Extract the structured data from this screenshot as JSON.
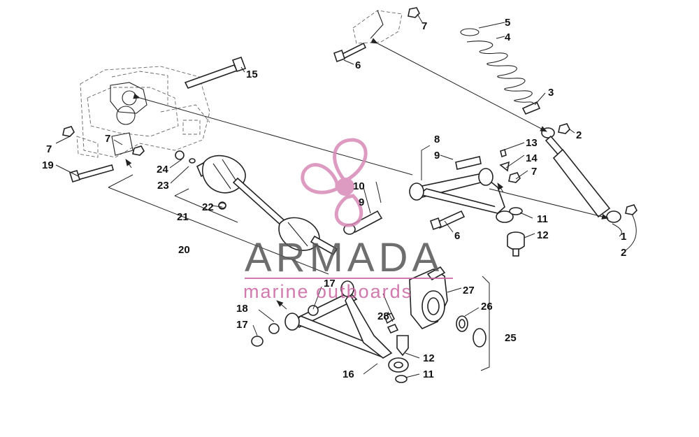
{
  "watermark": {
    "title": "ARMADA",
    "subtitle": "marine outboards",
    "brand_color": "#c9639f"
  },
  "callouts": {
    "c1": "1",
    "c2a": "2",
    "c2b": "2",
    "c3": "3",
    "c4": "4",
    "c5": "5",
    "c6a": "6",
    "c6b": "6",
    "c7a": "7",
    "c7b": "7",
    "c7c": "7",
    "c7d": "7",
    "c8": "8",
    "c9a": "9",
    "c9b": "9",
    "c10": "10",
    "c11a": "11",
    "c11b": "11",
    "c12a": "12",
    "c12b": "12",
    "c13": "13",
    "c14": "14",
    "c15": "15",
    "c16": "16",
    "c17a": "17",
    "c17b": "17",
    "c18": "18",
    "c19": "19",
    "c20": "20",
    "c21": "21",
    "c22": "22",
    "c23": "23",
    "c24": "24",
    "c25": "25",
    "c26": "26",
    "c27": "27",
    "c28": "28"
  }
}
